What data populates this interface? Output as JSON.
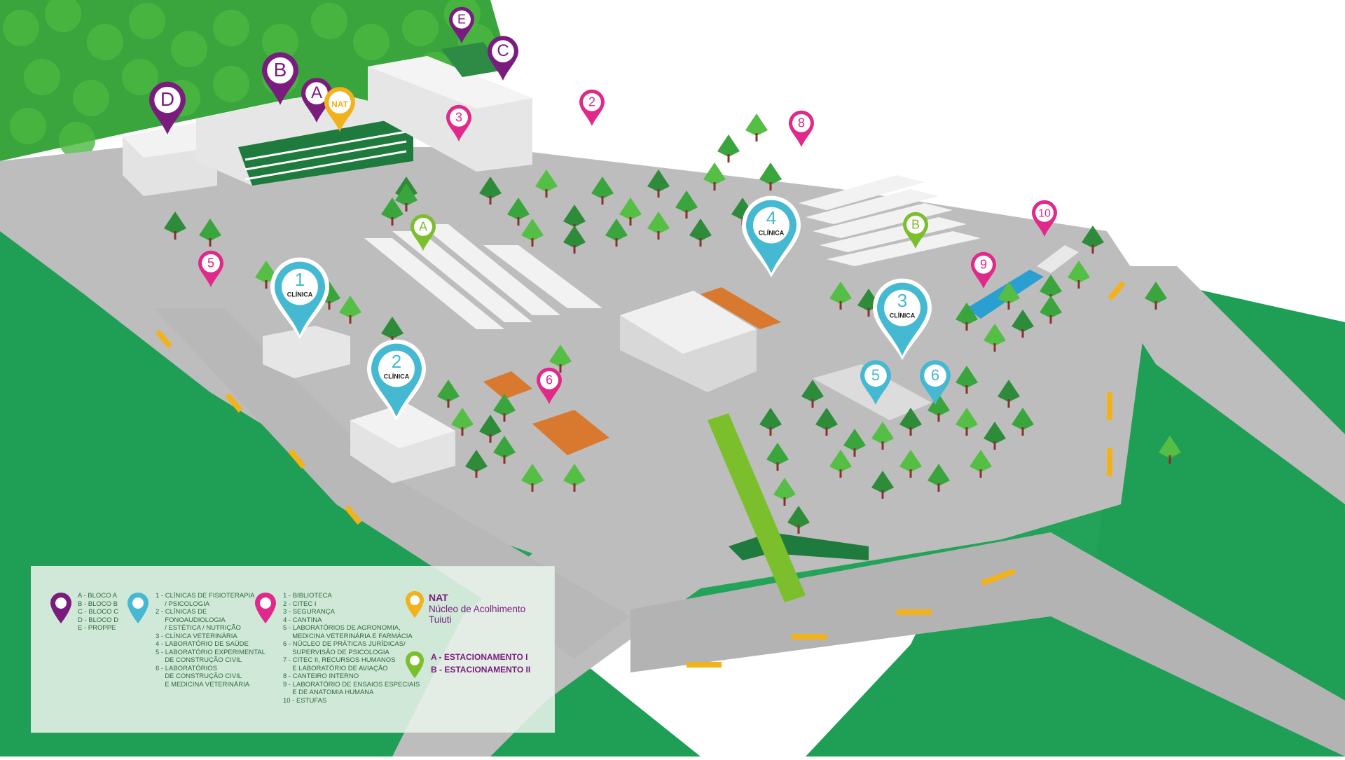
{
  "colors": {
    "grass": "#1f9e55",
    "road": "#b8b8b8",
    "forest": "#3aa53c",
    "bloco": "#7a1c7d",
    "clinica": "#45b8d2",
    "servico": "#e0298a",
    "nat": "#f2b21b",
    "estacionamento": "#7bbf2c"
  },
  "pins": {
    "blocos": [
      "A",
      "B",
      "C",
      "D",
      "E"
    ],
    "nat": "NAT",
    "clinicas": [
      "1",
      "2",
      "3",
      "4",
      "5",
      "6"
    ],
    "clinica_label": "CLÍNICA",
    "servicos": [
      "2",
      "3",
      "5",
      "6",
      "8",
      "9",
      "10"
    ],
    "estacionamentos": [
      "A",
      "B"
    ]
  },
  "legend": {
    "blocos": [
      "A - BLOCO A",
      "B - BLOCO B",
      "C - BLOCO C",
      "D - BLOCO D",
      "E - PROPPE"
    ],
    "clinicas": [
      "1 - CLÍNICAS DE FISIOTERAPIA",
      "     / PSICOLOGIA",
      "2 - CLÍNICAS DE",
      "     FONOAUDIOLOGIA",
      "     / ESTÉTICA / NUTRIÇÃO",
      "3 - CLÍNICA VETERINÁRIA",
      "4 - LABORATÓRIO DE SAÚDE",
      "5 - LABORATÓRIO EXPERIMENTAL",
      "     DE CONSTRUÇÃO CIVIL",
      "6 - LABORATÓRIOS",
      "     DE CONSTRUÇÃO CIVIL",
      "     E MEDICINA VETERINÁRIA"
    ],
    "servicos": [
      "1 - BIBLIOTECA",
      "2 - CITEC I",
      "3 - SEGURANÇA",
      "4 - CANTINA",
      "5 - LABORATÓRIOS DE AGRONOMIA,",
      "     MEDICINA VETERINÁRIA E FARMÁCIA",
      "6 - NÚCLEO DE PRÁTICAS JURÍDICAS/",
      "     SUPERVISÃO DE PSICOLOGIA",
      "7 - CITEC II, RECURSOS HUMANOS",
      "     E LABORATÓRIO DE AVIAÇÃO",
      "8 - CANTEIRO INTERNO",
      "9 - LABORATÓRIO DE ENSAIOS ESPECIAIS",
      "     E DE ANATOMIA HUMANA",
      "10 - ESTUFAS"
    ],
    "nat_title": "NAT",
    "nat_subtitle": "Núcleo de Acolhimento Tuiuti",
    "estacionamento_1": "A - ESTACIONAMENTO I",
    "estacionamento_2": "B - ESTACIONAMENTO II"
  }
}
